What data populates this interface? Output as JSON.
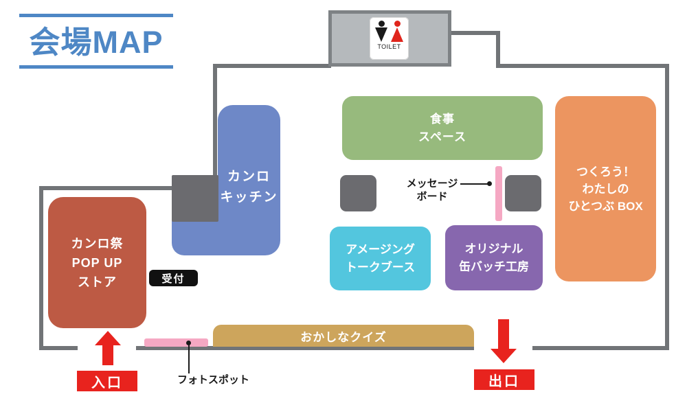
{
  "title": {
    "text": "会場MAP"
  },
  "toilet": {
    "label": "TOILET"
  },
  "areas": {
    "kitchen": {
      "lines": [
        "カンロ",
        "キッチン"
      ],
      "color": "#6e88c7"
    },
    "dining": {
      "lines": [
        "食事",
        "スペース"
      ],
      "color": "#97ba7d"
    },
    "hitotsubu_box": {
      "lines": [
        "つくろう！",
        "わたしの",
        "ひとつぶ BOX"
      ],
      "color": "#ec9560"
    },
    "popup_store": {
      "lines": [
        "カンロ祭",
        "POP UP",
        "ストア"
      ],
      "color": "#bd5a44"
    },
    "talk_booth": {
      "lines": [
        "アメージング",
        "トークブース"
      ],
      "color": "#53c6de"
    },
    "badge_workshop": {
      "lines": [
        "オリジナル",
        "缶バッチ工房"
      ],
      "color": "#8767ae"
    },
    "quiz": {
      "label": "おかしなクイズ",
      "color": "#cda55c"
    }
  },
  "markers": {
    "reception": {
      "label": "受付"
    },
    "message_board": {
      "lines": [
        "メッセージ",
        "ボード"
      ]
    },
    "photo_spot": {
      "label": "フォトスポット"
    },
    "entrance": {
      "label": "入口"
    },
    "exit": {
      "label": "出口"
    }
  },
  "colors": {
    "title_blue": "#4e87c5",
    "wall_gray": "#717477",
    "pillar_gray": "#6b6b6f",
    "accent_red": "#e8231e",
    "pink": "#f5a8c3",
    "toilet_fill": "#b5b9bc",
    "label_black": "#111111"
  }
}
